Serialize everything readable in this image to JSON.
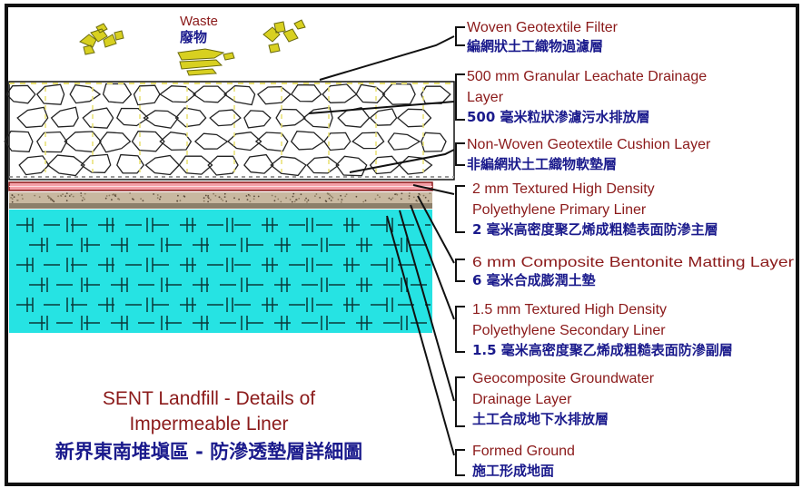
{
  "waste": {
    "en": "Waste",
    "zh": "廢物"
  },
  "title": {
    "line1": "SENT Landfill - Details  of",
    "line2": "Impermeable  Liner",
    "line3": "新界東南堆塡區 - 防滲透墊層詳細圖"
  },
  "layers": [
    {
      "en": [
        "Woven Geotextile Filter"
      ],
      "zh": "編網狀土工織物過濾層"
    },
    {
      "en": [
        "500 mm Granular Leachate Drainage",
        "Layer"
      ],
      "zh": "500 毫米粒狀滲濾污水排放層"
    },
    {
      "en": [
        "Non-Woven Geotextile Cushion Layer"
      ],
      "zh": "非編網狀土工織物軟墊層"
    },
    {
      "en": [
        "2 mm Textured High Density",
        "Polyethylene Primary Liner"
      ],
      "zh": "2 毫米高密度聚乙烯成粗糙表面防滲主層"
    },
    {
      "en": [
        "6 mm Composite Bentonite Matting Layer"
      ],
      "zh": "6 毫米合成膨潤土墊"
    },
    {
      "en": [
        "1.5 mm Textured High Density",
        "Polyethylene Secondary Liner"
      ],
      "zh": "1.5 毫米高密度聚乙烯成粗糙表面防滲副層"
    },
    {
      "en": [
        "Geocomposite Groundwater",
        "Drainage Layer"
      ],
      "zh": "土工合成地下水排放層"
    },
    {
      "en": [
        "Formed Ground"
      ],
      "zh": "施工形成地面"
    }
  ],
  "colors": {
    "border": "#111111",
    "waste_blob": "#d8d020",
    "groundwater": "#26e3e3",
    "primary_liner": "#f4a0a8",
    "en_text": "#8b1a1a",
    "zh_text": "#1a1a8c"
  }
}
